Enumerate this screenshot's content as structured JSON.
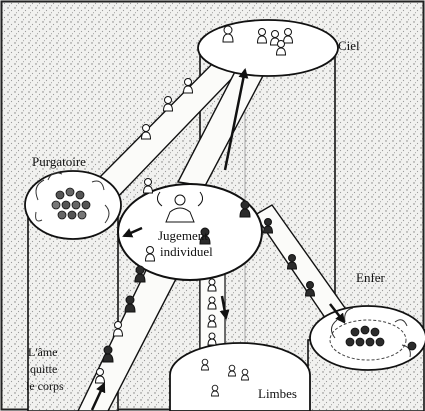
{
  "labels": {
    "ciel": "Ciel",
    "purgatoire": "Purgatoire",
    "jugement_line1": "Jugement",
    "jugement_line2": "individuel",
    "enfer": "Enfer",
    "ame_line1": "L'âme",
    "ame_line2": "quitte",
    "ame_line3": "le corps",
    "limbes": "Limbes"
  },
  "colors": {
    "background": "#f4f4f2",
    "ink": "#111111",
    "stipple": "#8a8a8a",
    "dark_soul": "#2b2b2b"
  }
}
